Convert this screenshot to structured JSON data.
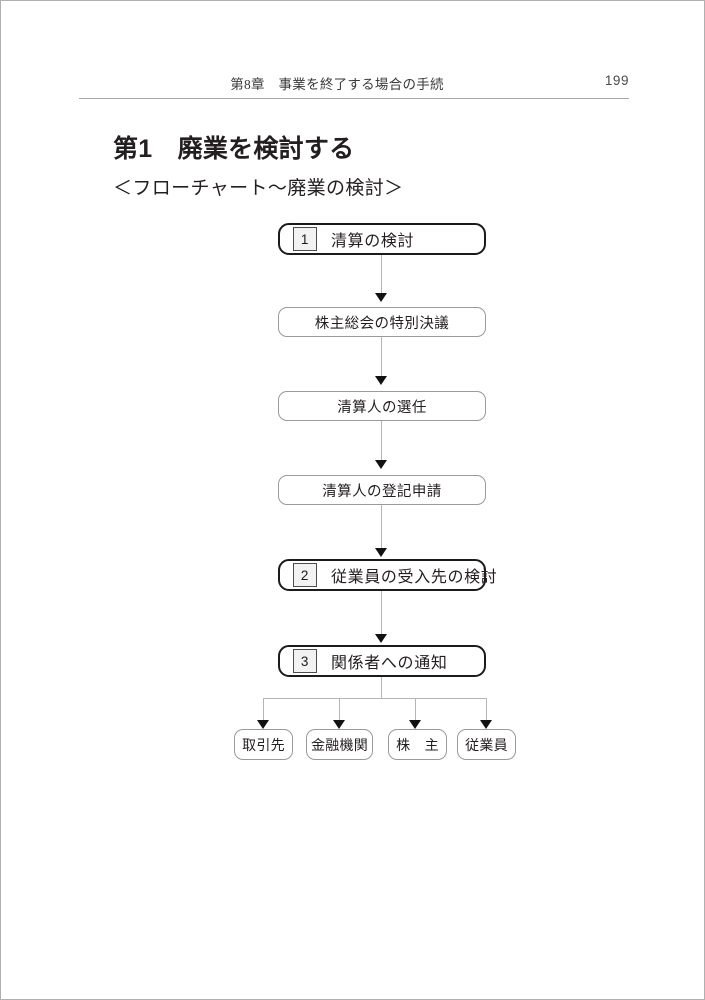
{
  "page": {
    "header_title": "第8章　事業を終了する場合の手続",
    "page_number": "199",
    "section_title": "第1　廃業を検討する",
    "subsection_title": "＜フローチャート～廃業の検討＞"
  },
  "flowchart": {
    "nodes": [
      {
        "id": "n1",
        "number": "1",
        "label": "清算の検討",
        "style": "heavy"
      },
      {
        "id": "n2",
        "number": "",
        "label": "株主総会の特別決議",
        "style": "thin"
      },
      {
        "id": "n3",
        "number": "",
        "label": "清算人の選任",
        "style": "thin"
      },
      {
        "id": "n4",
        "number": "",
        "label": "清算人の登記申請",
        "style": "thin"
      },
      {
        "id": "n5",
        "number": "2",
        "label": "従業員の受入先の検討",
        "style": "heavy"
      },
      {
        "id": "n6",
        "number": "3",
        "label": "関係者への通知",
        "style": "heavy"
      }
    ],
    "leaves": [
      {
        "id": "l1",
        "label": "取引先"
      },
      {
        "id": "l2",
        "label": "金融機関"
      },
      {
        "id": "l3",
        "label": "株　主"
      },
      {
        "id": "l4",
        "label": "従業員"
      }
    ]
  },
  "colors": {
    "text": "#231f20",
    "heavy_border": "#1b1b1b",
    "thin_border": "#9a9a9a",
    "connector": "#b5b5b5",
    "arrow": "#111111",
    "page_border": "#b0b0b0"
  }
}
